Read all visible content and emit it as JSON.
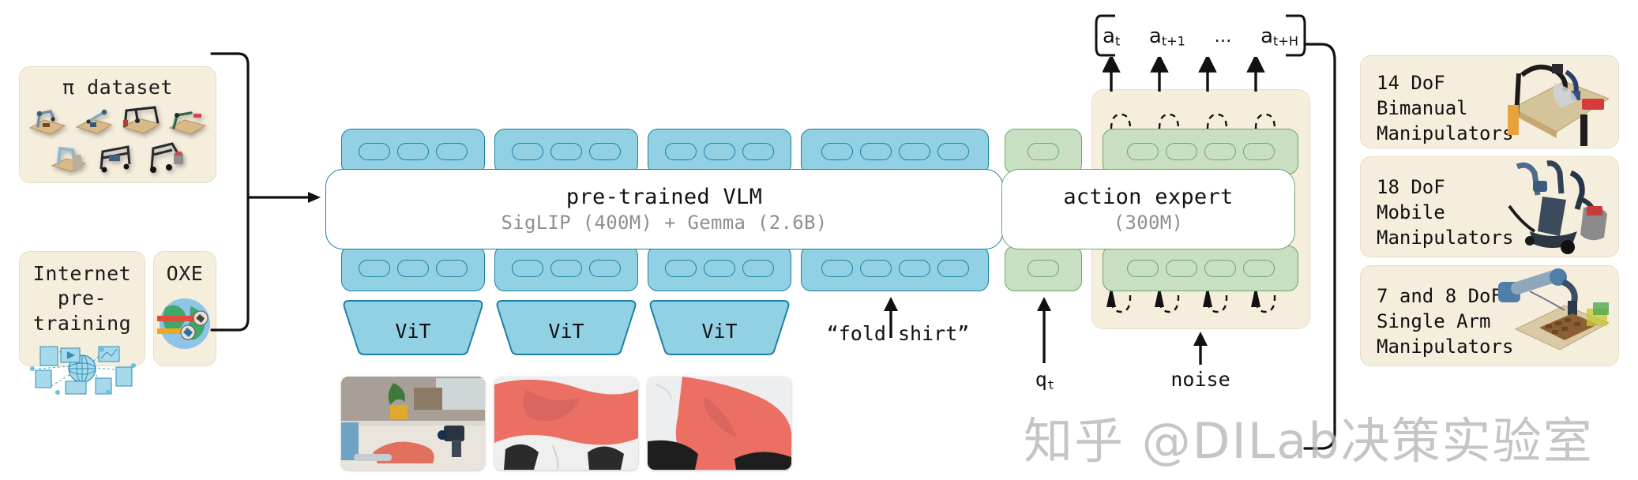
{
  "figure": {
    "type": "architecture-diagram",
    "watermark": "知乎 @DILab决策实验室"
  },
  "left": {
    "dataset_card": {
      "title": "π dataset"
    },
    "internet_card": {
      "title_line1": "Internet",
      "title_line2": "pre-training"
    },
    "oxe_card": {
      "title": "OXE"
    }
  },
  "vlm": {
    "title": "pre-trained VLM",
    "subtitle": "SigLIP (400M) + Gemma (2.6B)",
    "token_groups": [
      {
        "name": "image-tokens-1",
        "count": 3
      },
      {
        "name": "image-tokens-2",
        "count": 3
      },
      {
        "name": "image-tokens-3",
        "count": 3
      },
      {
        "name": "language-tokens",
        "count": 4
      }
    ],
    "vit_blocks": [
      "ViT",
      "ViT",
      "ViT"
    ],
    "prompt": "“fold shirt”"
  },
  "action_expert": {
    "title": "action expert",
    "subtitle": "(300M)",
    "state_label": "q",
    "state_sub": "t",
    "noise_label": "noise",
    "state_tokens": 1,
    "action_tokens": 4
  },
  "actions": {
    "bracket_open": "[",
    "bracket_close": "]",
    "items": [
      {
        "base": "a",
        "sub": "t"
      },
      {
        "base": "a",
        "sub": "t+1"
      },
      {
        "base": "…",
        "sub": ""
      },
      {
        "base": "a",
        "sub": "t+H"
      }
    ]
  },
  "robots": [
    {
      "name": "bimanual",
      "lines": [
        "14 DoF",
        "Bimanual",
        "Manipulators"
      ]
    },
    {
      "name": "mobile",
      "lines": [
        "18 DoF",
        "Mobile",
        "Manipulators"
      ]
    },
    {
      "name": "single-arm",
      "lines": [
        "7 and 8 DoF",
        "Single Arm",
        "Manipulators"
      ]
    }
  ],
  "colors": {
    "beige_fill": "#f6eedd",
    "beige_border": "#e6dcc6",
    "blue_fill": "#92d1e3",
    "blue_border": "#1c7fa3",
    "green_fill": "#c8dfc1",
    "green_border": "#6aa766",
    "stroke": "#111111",
    "subtitle_gray": "#8f8f8f"
  }
}
